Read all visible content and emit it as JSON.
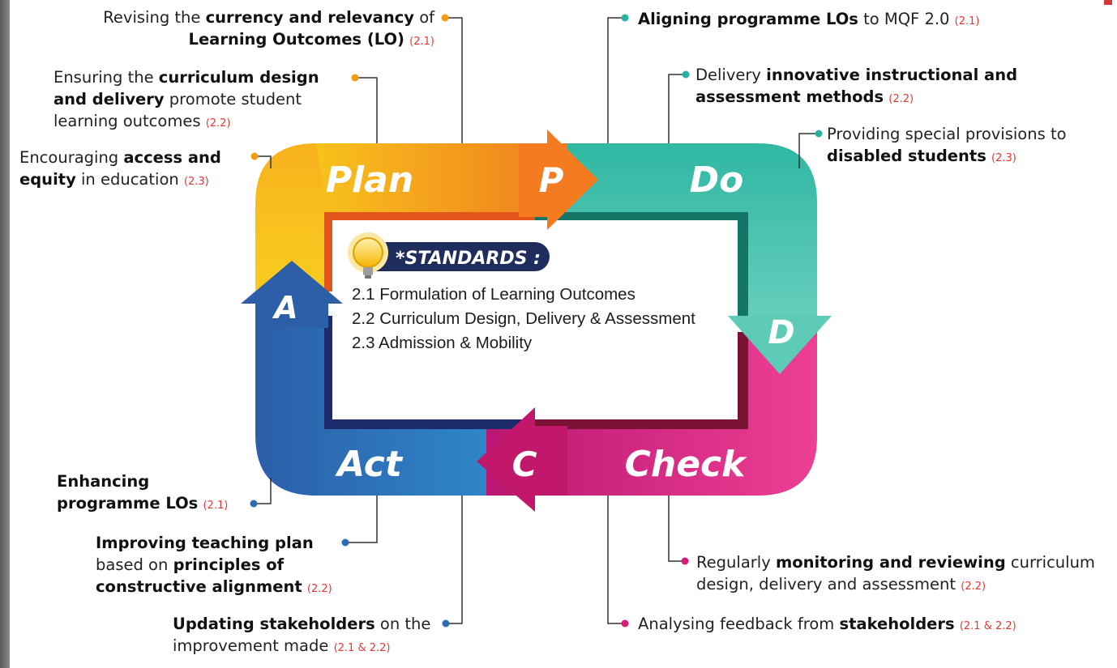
{
  "phases": {
    "plan": "Plan",
    "do": "Do",
    "check": "Check",
    "act": "Act",
    "p_arrow": "P",
    "d_arrow": "D",
    "c_arrow": "C",
    "a_arrow": "A"
  },
  "standards": {
    "title": "*STANDARDS :",
    "items": [
      "2.1 Formulation of Learning Outcomes",
      "2.2 Curriculum Design, Delivery & Assessment",
      "2.3 Admission & Mobility"
    ]
  },
  "colors": {
    "plan": "#f5a623",
    "plan_arrow": "#f47b20",
    "do": "#3dbba4",
    "do_arrow": "#5fcdb8",
    "check": "#e03a8e",
    "check_arrow": "#c2186b",
    "act": "#2c67b1",
    "act_arrow": "#2d5fa8",
    "banner": "#1f2d5c",
    "reference": "#e53935",
    "plan_dot": "#f39c12",
    "do_dot": "#26b3a0",
    "check_dot": "#d81b78",
    "act_dot": "#2b6cb0"
  },
  "plan_notes": [
    {
      "t1": "Revising the ",
      "b1": "currency and relevancy",
      "t2": " of ",
      "b2": "Learning Outcomes (LO)",
      "ref": "(2.1)"
    },
    {
      "t1": "Ensuring the ",
      "b1": "curriculum design and delivery",
      "t2": " promote student learning outcomes",
      "ref": "(2.2)"
    },
    {
      "t1": "Encouraging ",
      "b1": "access and equity",
      "t2": " in education",
      "ref": "(2.3)"
    }
  ],
  "do_notes": [
    {
      "b1": "Aligning programme LOs",
      "t2": " to MQF 2.0",
      "ref": "(2.1)"
    },
    {
      "t1": "Delivery ",
      "b1": "innovative instructional and assessment methods",
      "ref": "(2.2)"
    },
    {
      "t1": "Providing special provisions to ",
      "b1": "disabled students",
      "ref": "(2.3)"
    }
  ],
  "check_notes": [
    {
      "t1": "Regularly ",
      "b1": "monitoring and reviewing",
      "t2": " curriculum design, delivery and assessment",
      "ref": "(2.2)"
    },
    {
      "t1": "Analysing feedback from ",
      "b1": "stakeholders",
      "ref": "(2.1 & 2.2)"
    }
  ],
  "act_notes": [
    {
      "b1": "Enhancing programme LOs",
      "ref": "(2.1)"
    },
    {
      "b1": "Improving teaching plan",
      "t2": " based on ",
      "b2": "principles of constructive alignment",
      "ref": "(2.2)"
    },
    {
      "b1": "Updating stakeholders",
      "t2": " on the improvement made",
      "ref": "(2.1 & 2.2)"
    }
  ]
}
